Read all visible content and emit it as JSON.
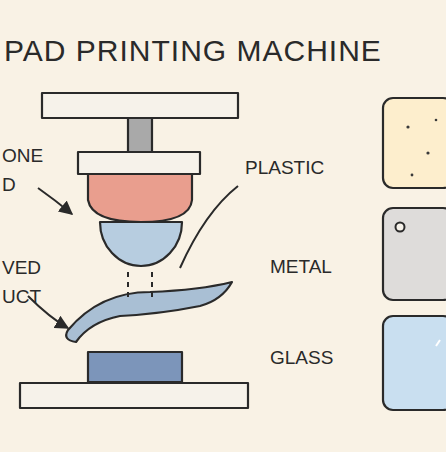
{
  "diagram": {
    "title": "PAD PRINTING MACHINE",
    "labels": [
      "ONE D",
      "VED UCT",
      "PLASTIC",
      "METAL",
      "GLASS"
    ]
  }
}
